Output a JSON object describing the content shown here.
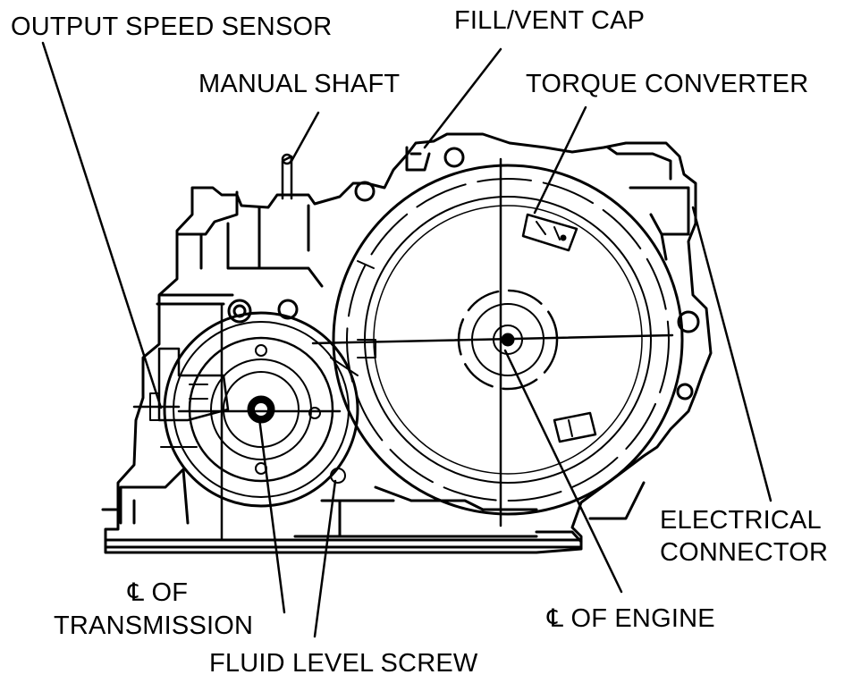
{
  "labels": {
    "output_speed_sensor": "OUTPUT SPEED SENSOR",
    "fill_vent_cap": "FILL/VENT CAP",
    "manual_shaft": "MANUAL SHAFT",
    "torque_converter": "TORQUE CONVERTER",
    "electrical_connector_line1": "ELECTRICAL",
    "electrical_connector_line2": "CONNECTOR",
    "cl_transmission_symbol": "℄",
    "cl_transmission_of": "OF",
    "cl_transmission_line2": "TRANSMISSION",
    "cl_engine_symbol": "℄",
    "cl_engine_text": "OF ENGINE",
    "fluid_level_screw": "FLUID LEVEL SCREW"
  },
  "colors": {
    "ink": "#000000",
    "paper": "#ffffff"
  }
}
